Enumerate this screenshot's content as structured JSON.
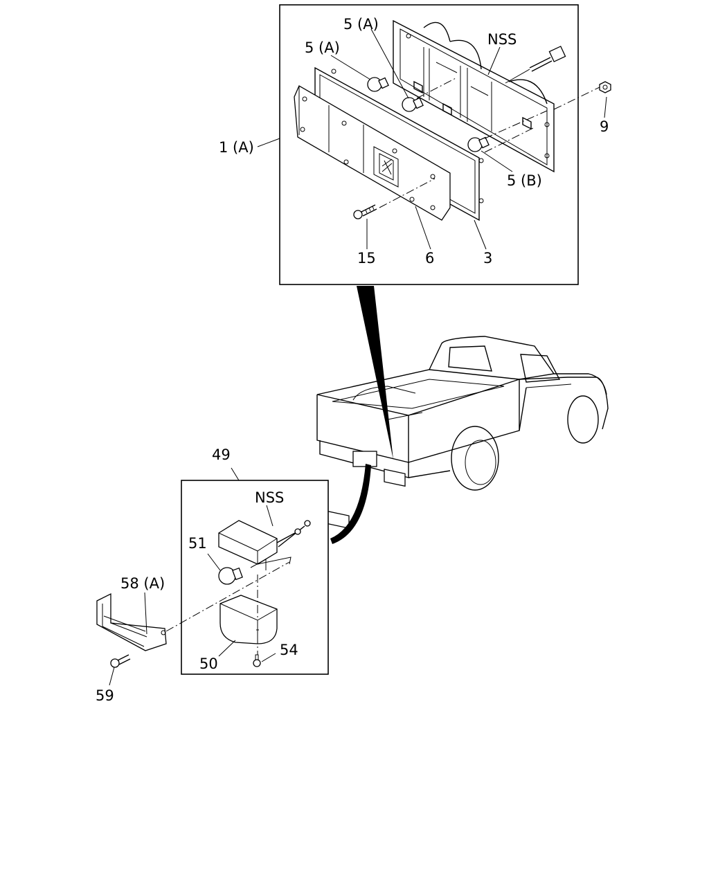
{
  "diagram": {
    "callouts": {
      "c_1a": "1 (A)",
      "c_5a_top": "5 (A)",
      "c_5a_left": "5 (A)",
      "c_nss_top": "NSS",
      "c_9": "9",
      "c_5b": "5 (B)",
      "c_15": "15",
      "c_6": "6",
      "c_3": "3",
      "c_49": "49",
      "c_nss_bottom": "NSS",
      "c_51": "51",
      "c_58a": "58 (A)",
      "c_50": "50",
      "c_54": "54",
      "c_59": "59"
    }
  }
}
